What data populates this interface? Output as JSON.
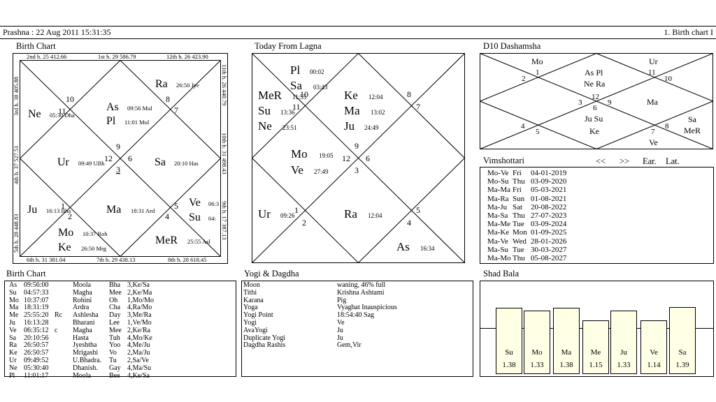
{
  "header": {
    "left": "Prashna :   22 Aug 2011  15:31:35",
    "right": "1. Birth chart I"
  },
  "titles": {
    "birth_chart": "Birth Chart",
    "today_from_lagna": "Today From Lagna",
    "d10": "D10 Dashamsha",
    "vimshottari": "Vimshottari",
    "vim_prev": "<<",
    "vim_next": ">>",
    "vim_ear": "Ear.",
    "vim_lat": "Lat.",
    "birth_chart_table": "Birth Chart",
    "yogi": "Yogi & Dagdha",
    "shad_bala": "Shad Bala"
  },
  "birth_chart": {
    "border": {
      "top": [
        "2nd h.  25  412.66",
        "1st h.  29  586.79",
        "12th h.  26  423.90"
      ],
      "bottom": [
        "6th h.  31  381.04",
        "7th h.  29  438.13",
        "8th h.  28  618.45"
      ],
      "left": [
        "3rd h.  30  405.88",
        "4th h.  37  527.51",
        "5th h.  28  448.83"
      ],
      "right": [
        "11th h.  26  440.79",
        "10th h.  31  498.43",
        "9th h.  17  387.13"
      ]
    },
    "numbers": [
      "10",
      "11",
      "8",
      "7",
      "9",
      "12",
      "6",
      "3",
      "1",
      "2",
      "5",
      "4"
    ],
    "planets": [
      {
        "n": "Ne",
        "d": "05:30 Dha"
      },
      {
        "n": "As",
        "d": "09:56 Mul"
      },
      {
        "n": "Pl",
        "d": "11:01 Mul"
      },
      {
        "n": "Ra",
        "d": "26:50 Jye"
      },
      {
        "n": "Ur",
        "d": "09:49 UBh"
      },
      {
        "n": "Sa",
        "d": "20:10 Has"
      },
      {
        "n": "Ju",
        "d": "16:13 Bha"
      },
      {
        "n": "Mo",
        "d": "10:37 Roh"
      },
      {
        "n": "Ke",
        "d": "26:50 Mrg"
      },
      {
        "n": "Ma",
        "d": "18:31 Ard"
      },
      {
        "n": "Ve",
        "d": "06:3"
      },
      {
        "n": "Su",
        "d": "04:"
      },
      {
        "n": "MeR",
        "d": "25:55 Asl"
      }
    ]
  },
  "today_chart": {
    "numbers": [
      "10",
      "11",
      "8",
      "7",
      "9",
      "12",
      "6",
      "3",
      "1",
      "2",
      "5",
      "4"
    ],
    "planets": [
      {
        "n": "Pl",
        "d": "00:02"
      },
      {
        "n": "Sa",
        "d": "03:43"
      },
      {
        "n": "MeR",
        "d": "11:55"
      },
      {
        "n": "Su",
        "d": "13:36"
      },
      {
        "n": "Ne",
        "d": "23:51"
      },
      {
        "n": "Ke",
        "d": "12:04"
      },
      {
        "n": "Ma",
        "d": "13:02"
      },
      {
        "n": "Ju",
        "d": "24:49"
      },
      {
        "n": "Mo",
        "d": "19:05"
      },
      {
        "n": "Ve",
        "d": "27:49"
      },
      {
        "n": "Ur",
        "d": "09:26"
      },
      {
        "n": "Ra",
        "d": "12:04"
      },
      {
        "n": "As",
        "d": "16:34"
      }
    ]
  },
  "d10_chart": {
    "numbers": [
      "1",
      "2",
      "11",
      "10",
      "12",
      "3",
      "6",
      "9",
      "4",
      "5",
      "7",
      "8"
    ],
    "planets": [
      "Mo",
      "Ur",
      "As Pl",
      "Ne Ra",
      "Ma",
      "Ju Su",
      "Ke",
      "Sa",
      "MeR",
      "Ve"
    ]
  },
  "vimshottari": [
    [
      "Mo-Ve",
      "Fri",
      "04-01-2019"
    ],
    [
      "Mo-Su",
      "Thu",
      "03-09-2020"
    ],
    [
      "Ma-Ma",
      "Fri",
      "05-03-2021"
    ],
    [
      "Ma-Ra",
      "Sun",
      "01-08-2021"
    ],
    [
      "Ma-Ju",
      "Sat",
      "20-08-2022"
    ],
    [
      "Ma-Sa",
      "Thu",
      "27-07-2023"
    ],
    [
      "Ma-Me",
      "Tue",
      "03-09-2024"
    ],
    [
      "Ma-Ke",
      "Mon",
      "01-09-2025"
    ],
    [
      "Ma-Ve",
      "Wed",
      "28-01-2026"
    ],
    [
      "Ma-Su",
      "Tue",
      "30-03-2027"
    ],
    [
      "Ma-Mo",
      "Thu",
      "05-08-2027"
    ]
  ],
  "birth_table": [
    [
      "As",
      "09:56:00",
      "",
      "Moola",
      "Bha",
      "3,Ke/Sa"
    ],
    [
      "Su",
      "04:57:33",
      "",
      "Magha",
      "Mee",
      "2,Ke/Ma"
    ],
    [
      "Mo",
      "10:37:07",
      "",
      "Rohini",
      "Oh",
      "1,Mo/Mo"
    ],
    [
      "Ma",
      "18:31:19",
      "",
      "Ardra",
      "Cha",
      "4,Ra/Mo"
    ],
    [
      "Me",
      "25:55:20",
      "Rc",
      "Ashlesha",
      "Day",
      "3,Me/Ra"
    ],
    [
      "Ju",
      "16:13:28",
      "",
      "Bharani",
      "Lee",
      "1,Ve/Mo"
    ],
    [
      "Ve",
      "06:35:12",
      "c",
      "Magha",
      "Mee",
      "2,Ke/Ra"
    ],
    [
      "Sa",
      "20:10:56",
      "",
      "Hasta",
      "Tuh",
      "4,Mo/Ke"
    ],
    [
      "Ra",
      "26:50:57",
      "",
      "Jyeshtha",
      "Yoo",
      "4,Me/Ju"
    ],
    [
      "Ke",
      "26:50:57",
      "",
      "Mrigashi",
      "Vo",
      "2,Ma/Ju"
    ],
    [
      "Ur",
      "09:49:52",
      "",
      "U.Bhadra.",
      "Tu",
      "2,Sa/Ve"
    ],
    [
      "Ne",
      "05:30:40",
      "",
      "Dhanish.",
      "Gay",
      "4,Ma/Su"
    ],
    [
      "Pl",
      "11:01:17",
      "",
      "Moola",
      "Bee",
      "4,Ke/Sa"
    ]
  ],
  "yogi": [
    [
      "Moon",
      "waning, 46% full"
    ],
    [
      "Tithi",
      "Krishna  Ashtami"
    ],
    [
      "Karana",
      "Pig"
    ],
    [
      "Yoga",
      "Vyaghat Inauspicious"
    ],
    [
      "Yogi Point",
      "18:54:40 Sag"
    ],
    [
      "Yogi",
      "Ve"
    ],
    [
      "AvaYogi",
      "Ju"
    ],
    [
      "Duplicate Yogi",
      "Ju"
    ],
    [
      "Dagdha Rashis",
      "Gem,Vir"
    ]
  ],
  "shad_bala": {
    "planets": [
      "Su",
      "Mo",
      "Ma",
      "Me",
      "Ju",
      "Ve",
      "Sa"
    ],
    "values": [
      "1.38",
      "1.33",
      "1.38",
      "1.15",
      "1.33",
      "1.14",
      "1.39"
    ]
  }
}
